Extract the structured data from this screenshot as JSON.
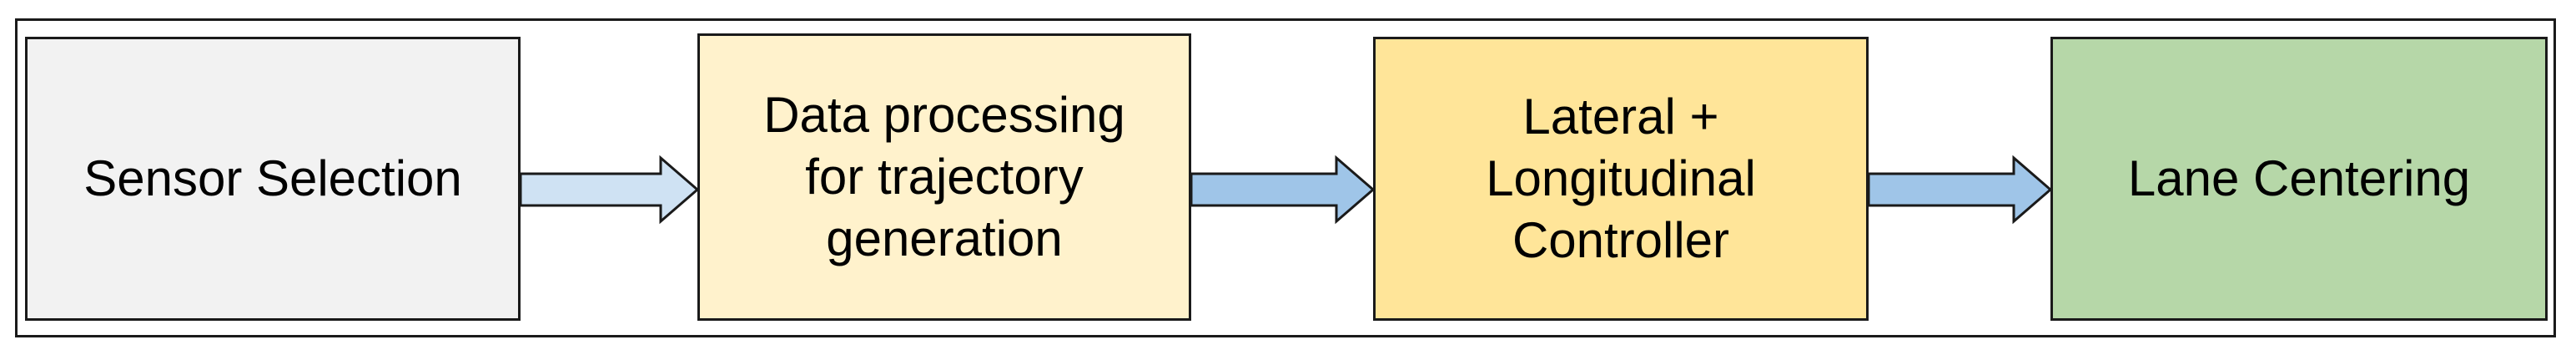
{
  "diagram": {
    "blocks": [
      {
        "id": "sensor-selection",
        "label": "Sensor Selection",
        "fill": "#f2f2f2"
      },
      {
        "id": "data-processing",
        "label": "Data processing\nfor trajectory\ngeneration",
        "fill": "#fff2cc"
      },
      {
        "id": "controller",
        "label": "Lateral +\nLongitudinal\nController",
        "fill": "#ffe599"
      },
      {
        "id": "lane-centering",
        "label": "Lane Centering",
        "fill": "#b6d7a8"
      }
    ],
    "connections": [
      {
        "from": "sensor-selection",
        "to": "data-processing",
        "fill": "#cfe2f3"
      },
      {
        "from": "data-processing",
        "to": "controller",
        "fill": "#9fc5e8"
      },
      {
        "from": "controller",
        "to": "lane-centering",
        "fill": "#9fc5e8"
      }
    ],
    "border_color": "#1a1a1a"
  }
}
